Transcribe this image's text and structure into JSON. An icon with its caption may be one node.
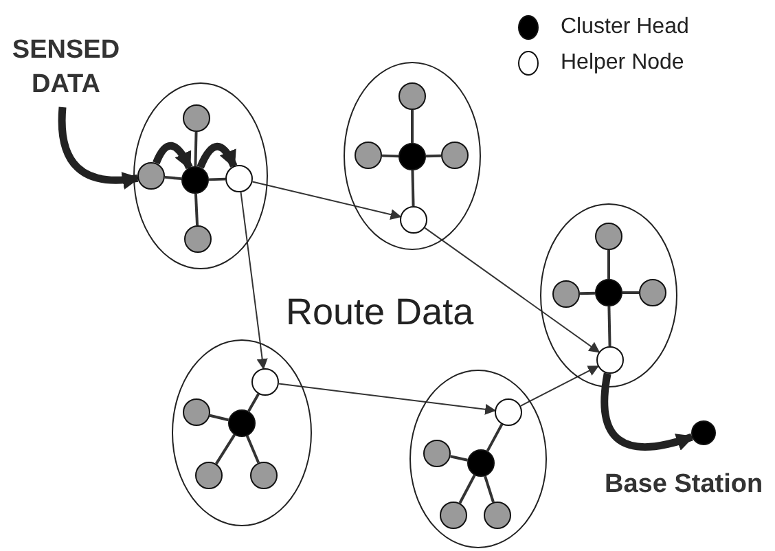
{
  "diagram": {
    "nodes": [
      {
        "text": [
          "SENSED DATA"
        ]
      },
      {
        "text": [],
        "shape": "circle"
      },
      {
        "text": [],
        "shape": "circle",
        "in": 1
      },
      {
        "text": [],
        "shape": "circle",
        "in": 1
      },
      {
        "text": [],
        "shape": "circle",
        "in": 1
      },
      {
        "text": [],
        "shape": "circle",
        "in": 1
      },
      {
        "text": [],
        "shape": "circle",
        "in": 1
      },
      {
        "text": [],
        "shape": "circle"
      },
      {
        "text": [],
        "shape": "circle",
        "in": 7
      },
      {
        "text": [],
        "shape": "circle",
        "in": 7
      },
      {
        "text": [],
        "shape": "circle",
        "in": 7
      },
      {
        "text": [],
        "shape": "circle",
        "in": 7
      },
      {
        "text": [],
        "shape": "circle",
        "in": 7
      },
      {
        "text": [],
        "shape": "circle"
      },
      {
        "text": [],
        "shape": "circle",
        "in": 13
      },
      {
        "text": [],
        "shape": "circle",
        "in": 13
      },
      {
        "text": [],
        "shape": "circle",
        "in": 13
      },
      {
        "text": [],
        "shape": "circle",
        "in": 13
      },
      {
        "text": [],
        "shape": "circle",
        "in": 13
      },
      {
        "text": [],
        "shape": "circle"
      },
      {
        "text": [],
        "shape": "circle",
        "in": 19
      },
      {
        "text": [],
        "shape": "circle",
        "in": 19
      },
      {
        "text": [],
        "shape": "circle",
        "in": 19
      },
      {
        "text": [],
        "shape": "circle",
        "in": 19
      },
      {
        "text": [],
        "shape": "circle",
        "in": 19
      },
      {
        "text": [],
        "shape": "circle"
      },
      {
        "text": [],
        "shape": "circle",
        "in": 25
      },
      {
        "text": [],
        "shape": "circle",
        "in": 25
      },
      {
        "text": [],
        "shape": "circle",
        "in": 25
      },
      {
        "text": [],
        "shape": "circle",
        "in": 25
      },
      {
        "text": [],
        "shape": "circle",
        "in": 25
      },
      {
        "text": [],
        "shape": "circle",
        "beside": [
          "Base Station"
        ]
      }
    ],
    "edges": [
      {
        "from": 0,
        "to": 3,
        "arrow": "to",
        "style": "thick"
      },
      {
        "from": 3,
        "to": 4,
        "arrow": "to",
        "style": "thick"
      },
      {
        "from": 4,
        "to": 5,
        "arrow": "to",
        "style": "thick"
      },
      {
        "from": 4,
        "to": 2,
        "arrow": "none"
      },
      {
        "from": 4,
        "to": 3,
        "arrow": "none"
      },
      {
        "from": 4,
        "to": 5,
        "arrow": "none"
      },
      {
        "from": 4,
        "to": 6,
        "arrow": "none"
      },
      {
        "from": 10,
        "to": 8,
        "arrow": "none"
      },
      {
        "from": 10,
        "to": 9,
        "arrow": "none"
      },
      {
        "from": 10,
        "to": 11,
        "arrow": "none"
      },
      {
        "from": 10,
        "to": 12,
        "arrow": "none"
      },
      {
        "from": 16,
        "to": 14,
        "arrow": "none"
      },
      {
        "from": 16,
        "to": 15,
        "arrow": "none"
      },
      {
        "from": 16,
        "to": 17,
        "arrow": "none"
      },
      {
        "from": 16,
        "to": 18,
        "arrow": "none"
      },
      {
        "from": 22,
        "to": 20,
        "arrow": "none"
      },
      {
        "from": 22,
        "to": 21,
        "arrow": "none"
      },
      {
        "from": 22,
        "to": 23,
        "arrow": "none"
      },
      {
        "from": 22,
        "to": 24,
        "arrow": "none"
      },
      {
        "from": 28,
        "to": 26,
        "arrow": "none"
      },
      {
        "from": 28,
        "to": 27,
        "arrow": "none"
      },
      {
        "from": 28,
        "to": 29,
        "arrow": "none"
      },
      {
        "from": 28,
        "to": 30,
        "arrow": "none"
      },
      {
        "from": 5,
        "to": 12,
        "arrow": "to"
      },
      {
        "from": 5,
        "to": 20,
        "arrow": "to"
      },
      {
        "from": 12,
        "to": 18,
        "arrow": "to"
      },
      {
        "from": 20,
        "to": 26,
        "arrow": "to"
      },
      {
        "from": 26,
        "to": 18,
        "arrow": "to"
      },
      {
        "from": 18,
        "to": 31,
        "arrow": "to",
        "style": "thick"
      }
    ],
    "labels": [
      "Route Data"
    ],
    "legend": [
      {
        "text": "Cluster Head",
        "color": "#000000"
      },
      {
        "text": "Helper Node",
        "color": "#ffffff"
      }
    ]
  }
}
